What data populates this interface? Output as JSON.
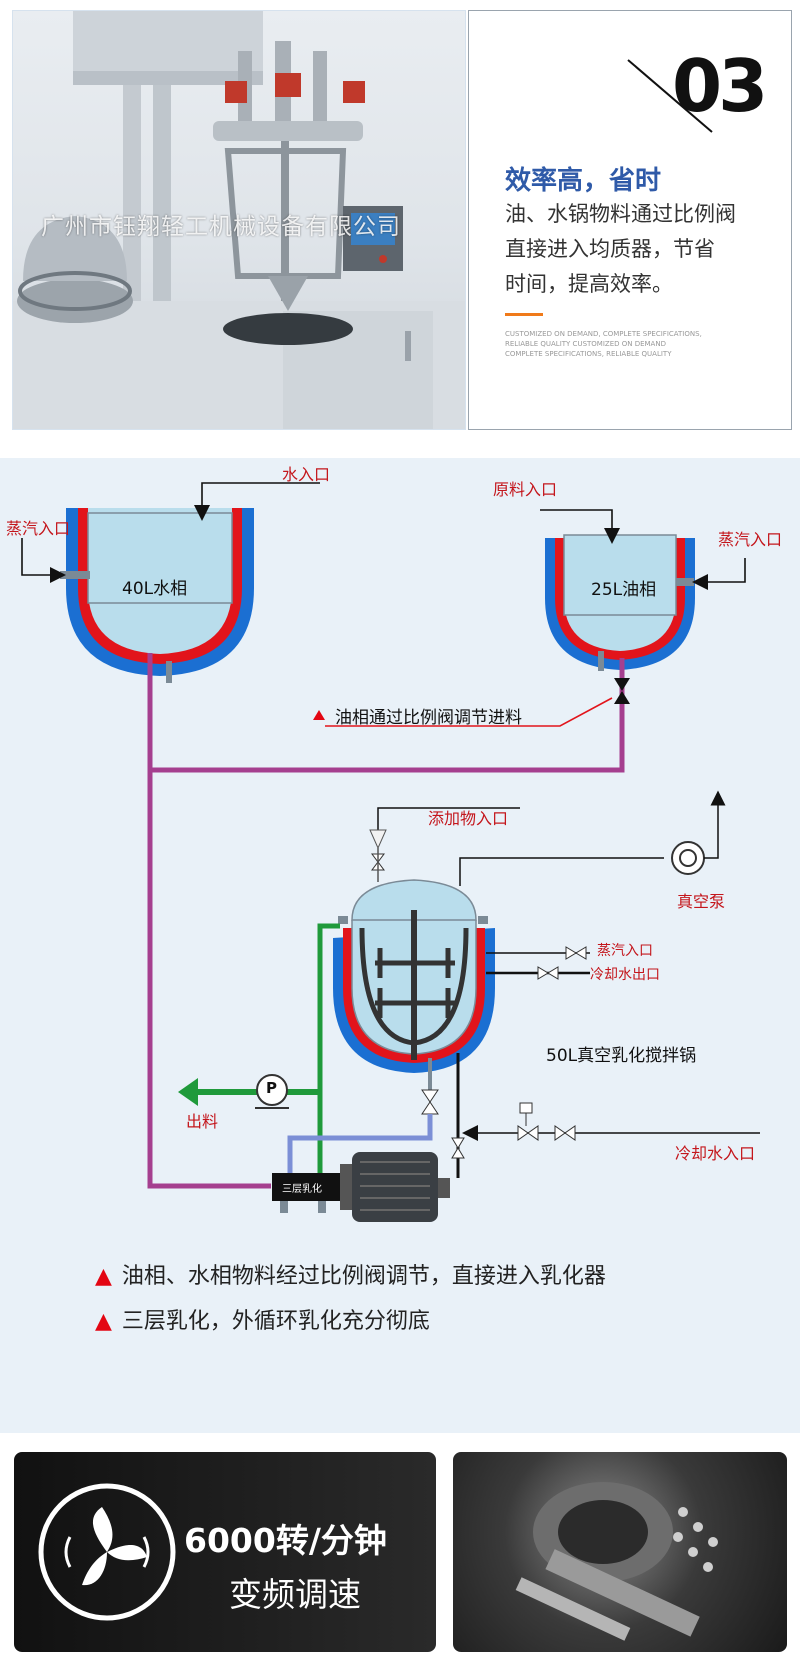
{
  "header": {
    "watermark": "广州市钰翔轻工机械设备有限公司",
    "number": "03",
    "title": "效率高，省时",
    "desc_lines": [
      "油、水锅物料通过比例阀",
      "直接进入均质器，节省",
      "时间，提高效率。"
    ],
    "english_lines": [
      "CUSTOMIZED ON DEMAND, COMPLETE SPECIFICATIONS,",
      "RELIABLE QUALITY CUSTOMIZED ON DEMAND",
      "COMPLETE SPECIFICATIONS, RELIABLE QUALITY"
    ],
    "accent_color": "#2f5aa8"
  },
  "diagram": {
    "labels": {
      "water_inlet": "水入口",
      "steam_inlet_left": "蒸汽入口",
      "tank_water": "40L水相",
      "raw_inlet": "原料入口",
      "steam_inlet_right": "蒸汽入口",
      "tank_oil": "25L油相",
      "oil_feed_note": "油相通过比例阀调节进料",
      "additive_inlet": "添加物入口",
      "vacuum_pump": "真空泵",
      "steam_inlet_main": "蒸汽入口",
      "cooling_outlet": "冷却水出口",
      "main_tank": "50L真空乳化搅拌锅",
      "discharge": "出料",
      "pump_letter": "P",
      "cooling_inlet": "冷却水入口",
      "emulsifier": "三层乳化"
    },
    "notes": [
      "油相、水相物料经过比例阀调节，直接进入乳化器",
      "三层乳化，外循环乳化充分彻底"
    ],
    "colors": {
      "pipe_purple": "#a53f8f",
      "pipe_green": "#1f9a3b",
      "pipe_blue": "#7b8fd6",
      "jacket_blue": "#1b6fd2",
      "heat_red": "#e2141b",
      "tank_fill": "#b9ddec",
      "warning_red": "#e30613"
    }
  },
  "bottom": {
    "speed_value": "6000转/分钟",
    "speed_sub": "变频调速"
  }
}
